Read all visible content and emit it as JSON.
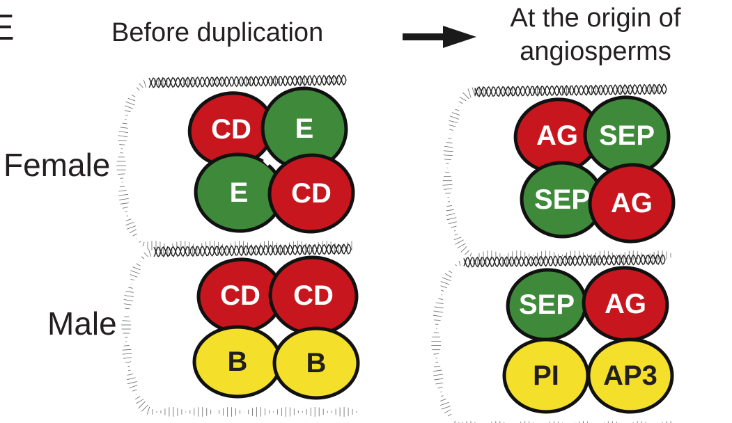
{
  "panel_letter": "E",
  "header": {
    "before_label": "Before duplication",
    "after_label_line1": "At the origin of",
    "after_label_line2": "angiosperms"
  },
  "rows": {
    "female": "Female",
    "male": "Male"
  },
  "colors": {
    "red": "#c8161e",
    "green": "#3f8a3a",
    "yellow": "#f4e02a",
    "outline": "#111111",
    "arrow": "#1a1a1a",
    "label_light": "#ffffff",
    "label_dark": "#231f20"
  },
  "complexes": [
    {
      "id": "female-before",
      "proteins": [
        {
          "label": "CD",
          "color": "red"
        },
        {
          "label": "E",
          "color": "green"
        },
        {
          "label": "E",
          "color": "green"
        },
        {
          "label": "CD",
          "color": "red"
        }
      ]
    },
    {
      "id": "female-after",
      "proteins": [
        {
          "label": "AG",
          "color": "red"
        },
        {
          "label": "SEP",
          "color": "green"
        },
        {
          "label": "SEP",
          "color": "green"
        },
        {
          "label": "AG",
          "color": "red"
        }
      ]
    },
    {
      "id": "male-before",
      "proteins": [
        {
          "label": "CD",
          "color": "red"
        },
        {
          "label": "CD",
          "color": "red"
        },
        {
          "label": "B",
          "color": "yellow"
        },
        {
          "label": "B",
          "color": "yellow"
        }
      ]
    },
    {
      "id": "male-after",
      "proteins": [
        {
          "label": "SEP",
          "color": "green"
        },
        {
          "label": "AG",
          "color": "red"
        },
        {
          "label": "PI",
          "color": "yellow"
        },
        {
          "label": "AP3",
          "color": "yellow"
        }
      ]
    }
  ]
}
